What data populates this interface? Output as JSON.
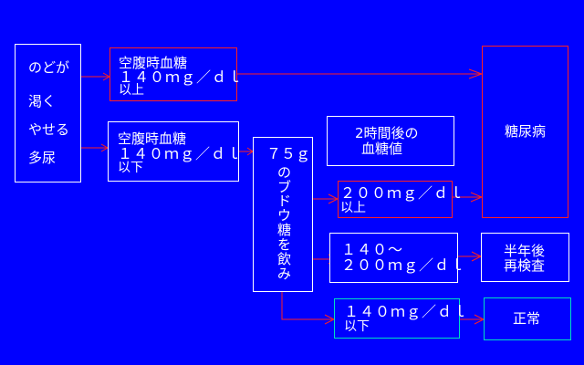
{
  "colors": {
    "background": "#0000ff",
    "text": "#ffffff",
    "border_white": "#ffffff",
    "border_red": "#ff2020",
    "border_cyan": "#00e0c0",
    "arrow": "#ff2020"
  },
  "diagram": {
    "symptoms": [
      "のどが",
      "渇く",
      "やせる",
      "多尿"
    ],
    "fasting_high": [
      "空腹時血糖",
      "１４０ｍｇ／ｄｌ",
      "以上"
    ],
    "fasting_low": [
      "空腹時血糖",
      "１４０ｍｇ／ｄｌ",
      "以下"
    ],
    "glucose_test": [
      "７",
      "５",
      "ｇ",
      "の",
      "ブ",
      "ド",
      "ウ",
      "糖",
      "を",
      "飲",
      "み"
    ],
    "two_hour": [
      "2時間後の",
      "血糖値"
    ],
    "result_200_above": [
      "２００ｍｇ／ｄｌ",
      "以上"
    ],
    "result_140_200": [
      "１４０～",
      "２００ｍｇ／ｄｌ"
    ],
    "result_140_below": [
      "１４０ｍｇ／ｄｌ",
      "以下"
    ],
    "diabetes": "糖尿病",
    "recheck": [
      "半年後",
      "再検査"
    ],
    "normal": "正常"
  }
}
